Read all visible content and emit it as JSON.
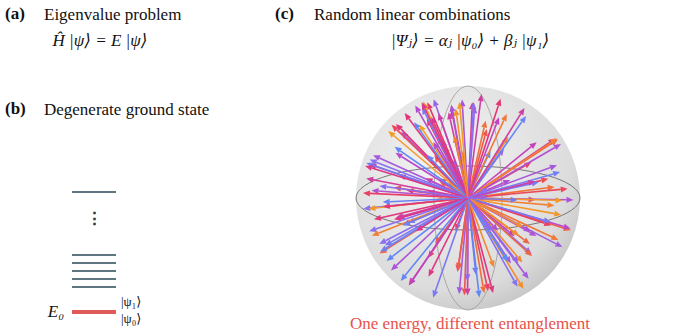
{
  "diagram": {
    "labels": [
      "(a)",
      "Eigenvalue problem",
      "Ĥ |ψ⟩ = E |ψ⟩",
      "(c)",
      "Random linear combinations",
      "|Ψⱼ⟩ = αⱼ |ψ₀⟩ + βⱼ |ψ₁⟩",
      "(b)",
      "Degenerate ground state",
      "⋮",
      "E₀",
      "|ψ₁⟩",
      "|ψ₀⟩",
      "One energy, different entanglement"
    ]
  }
}
